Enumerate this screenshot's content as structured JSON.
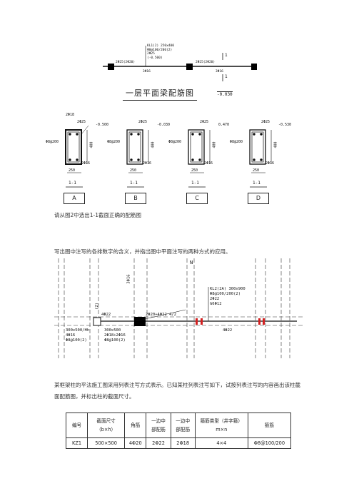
{
  "beam_plan": {
    "heading": "一层平面梁配筋图",
    "elevation": "-0.030",
    "callout_lines": [
      "KL1(2) 250x400",
      "Φ8@100/200(2)",
      "2Φ25",
      "(-0.500)"
    ],
    "left_support": "2Φ25(2Φ20)",
    "right_support": "2Φ25(2Φ20)",
    "bottom_left": "3Φ16",
    "bottom_right": "3Φ16",
    "cut_label": "1"
  },
  "sections": [
    {
      "top": "2Φ25",
      "stirrup": "Φ8@200",
      "bottom": "2Φ16",
      "width": "250",
      "height": "400",
      "level": "-0.500",
      "name": "1-1",
      "choice": "A",
      "extra": "2Φ18"
    },
    {
      "top": "2Φ25",
      "stirrup": "Φ8@200",
      "bottom": "2Φ16",
      "width": "250",
      "height": "400",
      "level": "-0.030",
      "name": "1-1",
      "choice": "B",
      "extra": ""
    },
    {
      "top": "2Φ25",
      "stirrup": "Φ8@200",
      "bottom": "2Φ16",
      "width": "250",
      "height": "400",
      "level": "0.470",
      "name": "1-1",
      "choice": "C",
      "extra": ""
    },
    {
      "top": "2Φ25",
      "stirrup": "Φ8@200",
      "bottom": "2Φ16",
      "width": "250",
      "height": "400",
      "level": "-0.530",
      "name": "1-1",
      "choice": "D",
      "extra": ""
    }
  ],
  "question1": "请从图2中选出1-1截面正确的配筋图",
  "question2": "写出图中注写的各排数字的含义，并指出图中平面注写的两种方式的应用。",
  "plan2": {
    "axis_label": "N",
    "grid_text": "3Φ16",
    "small_label": "(2)",
    "kl2": [
      "KL2(2A) 300x900",
      "Φ8@100/200(2)",
      "2Φ22",
      "G6Φ12"
    ],
    "top_run": "2Φ20+4Φ22 4/2",
    "left_top": "4Φ22",
    "left_box": [
      "300x500/Hh",
      "4Φ16",
      "Φ8@100(2)"
    ],
    "center_box": [
      "300x500",
      "2Φ18+2Φ16",
      "Φ8@100(2)"
    ],
    "bottom_right": "4Φ22"
  },
  "question3": "某框架柱的平法施工图采用列表注写方式表示。已知某柱列表注写如下，试按列表注写的内容画出该柱截面配筋图，并标出柱的截面尺寸。",
  "table": {
    "headers": [
      "编号",
      "截面尺寸\n（b×h）",
      "角筋",
      "一边中\n部配筋",
      "一边中\n部配筋",
      "箍筋类型（井字箍）\nm×n",
      "箍筋"
    ],
    "row": [
      "KZ1",
      "500×500",
      "4Φ20",
      "2Φ22",
      "2Φ18",
      "4×4",
      "Φ8@100/200"
    ]
  }
}
